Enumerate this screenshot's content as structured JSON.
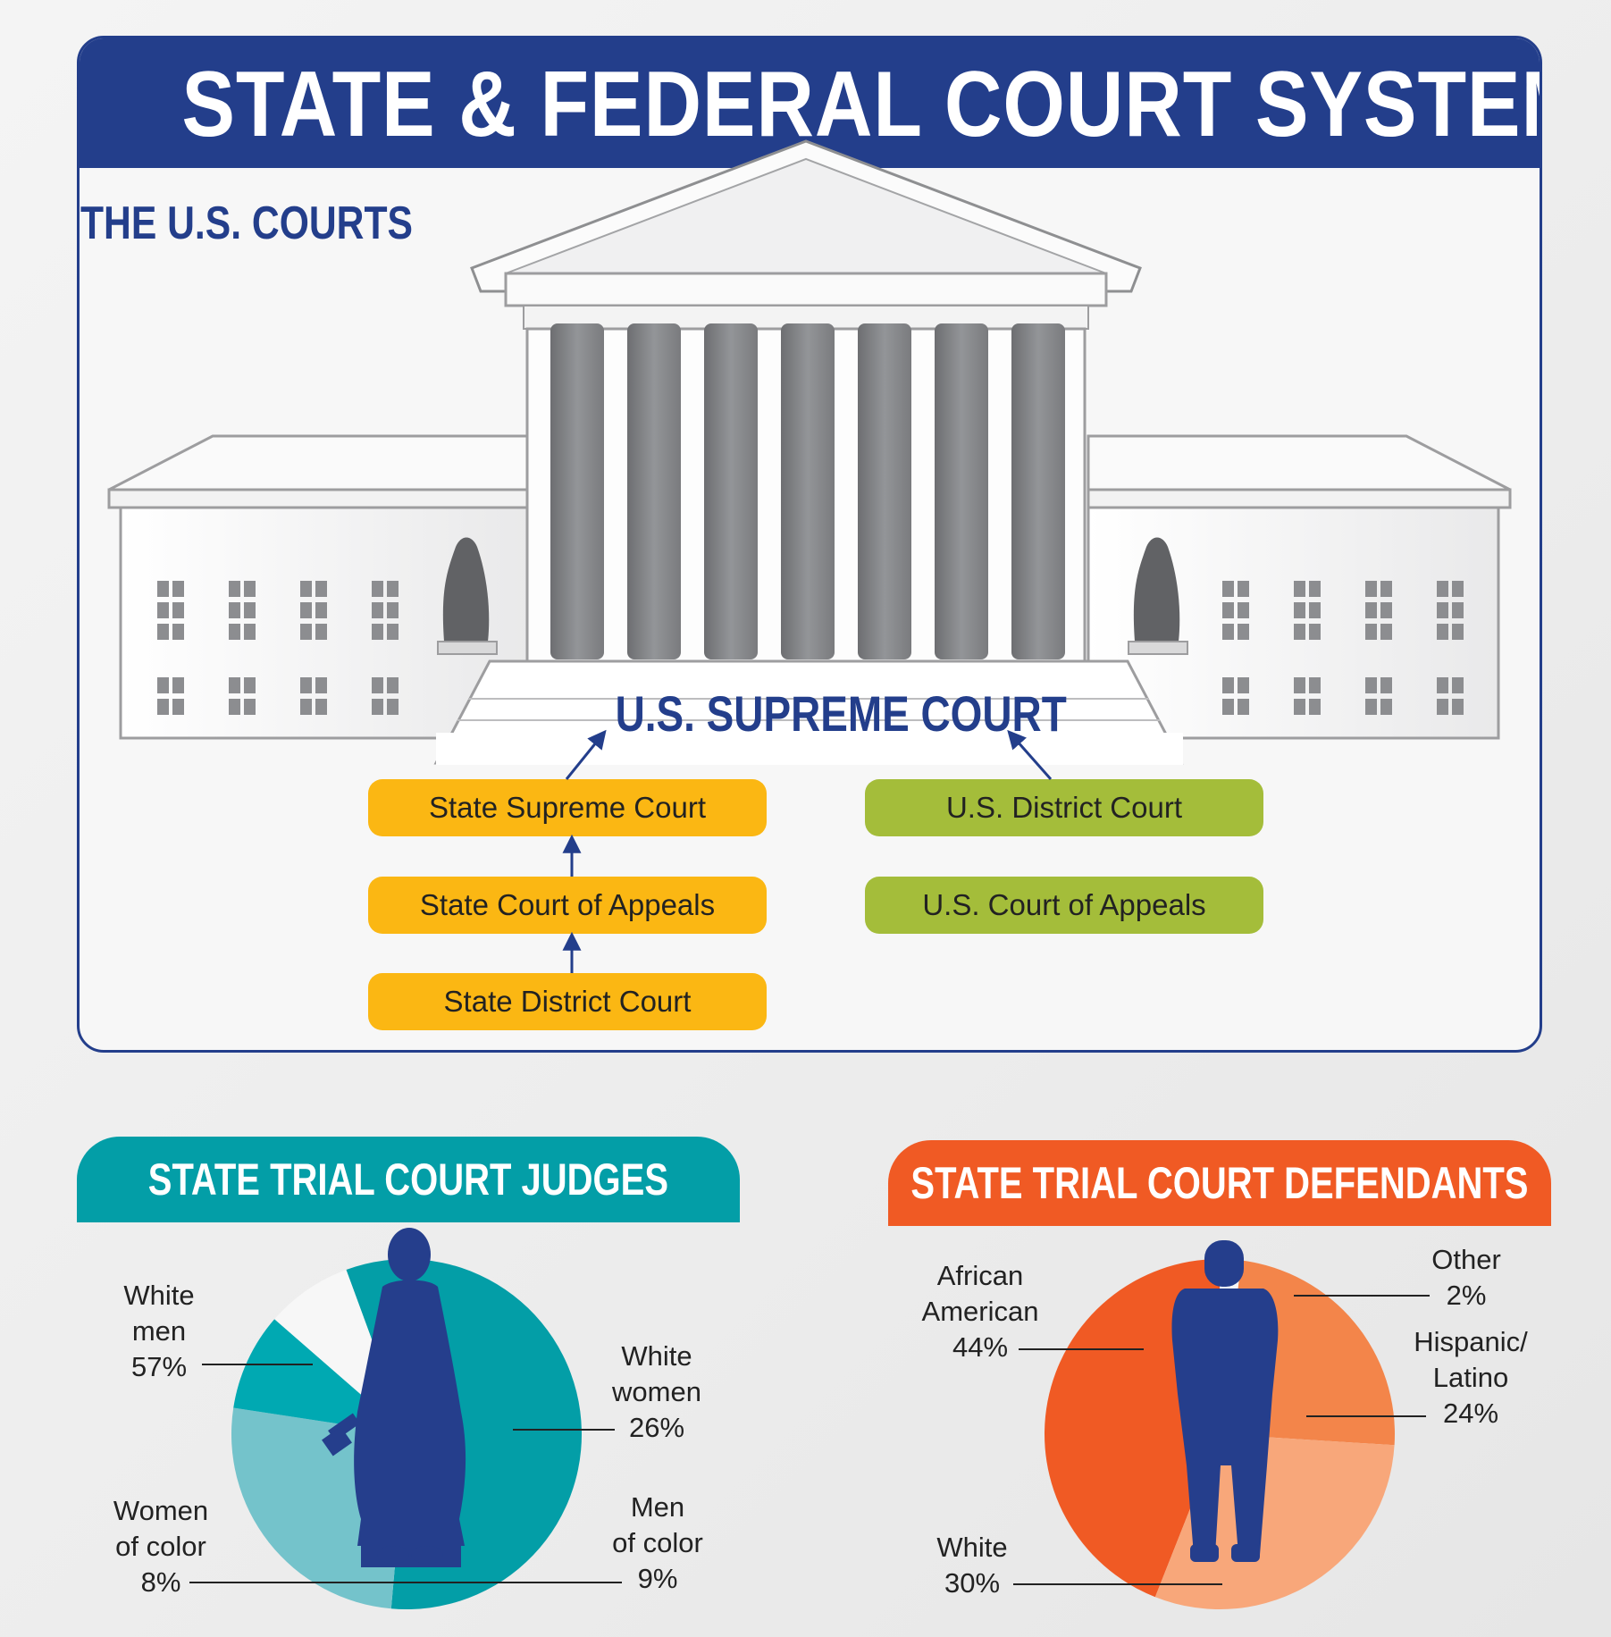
{
  "title": "STATE & FEDERAL COURT SYSTEMS",
  "section_label": "THE U.S. COURTS",
  "supreme_court": "U.S. SUPREME COURT",
  "state_courts": [
    "State Supreme Court",
    "State Court of Appeals",
    "State District Court"
  ],
  "federal_courts": [
    "U.S. District Court",
    "U.S. Court of Appeals"
  ],
  "colors": {
    "navy": "#233e8b",
    "state_yellow": "#fbb713",
    "federal_green": "#a4bd3a",
    "teal": "#039ea7",
    "orange": "#f05a24"
  },
  "chart_data": [
    {
      "type": "pie",
      "title": "STATE TRIAL COURT JUDGES",
      "slices": [
        {
          "name_lines": [
            "White",
            "men"
          ],
          "value": 57,
          "label": "57%",
          "color": "#039ea7"
        },
        {
          "name_lines": [
            "White",
            "women"
          ],
          "value": 26,
          "label": "26%",
          "color": "#74c3cb"
        },
        {
          "name_lines": [
            "Men",
            "of color"
          ],
          "value": 9,
          "label": "9%",
          "color": "#00a9b2"
        },
        {
          "name_lines": [
            "Women",
            "of color"
          ],
          "value": 8,
          "label": "8%",
          "color": "#f7f7f7"
        }
      ]
    },
    {
      "type": "pie",
      "title": "STATE TRIAL COURT DEFENDANTS",
      "slices": [
        {
          "name_lines": [
            "African",
            "American"
          ],
          "value": 44,
          "label": "44%",
          "color": "#f05a24"
        },
        {
          "name_lines": [
            "Other"
          ],
          "value": 2,
          "label": "2%",
          "color": "#f7f7f7"
        },
        {
          "name_lines": [
            "Hispanic/",
            "Latino"
          ],
          "value": 24,
          "label": "24%",
          "color": "#f3854a"
        },
        {
          "name_lines": [
            "White"
          ],
          "value": 30,
          "label": "30%",
          "color": "#f8a77a"
        }
      ]
    }
  ]
}
